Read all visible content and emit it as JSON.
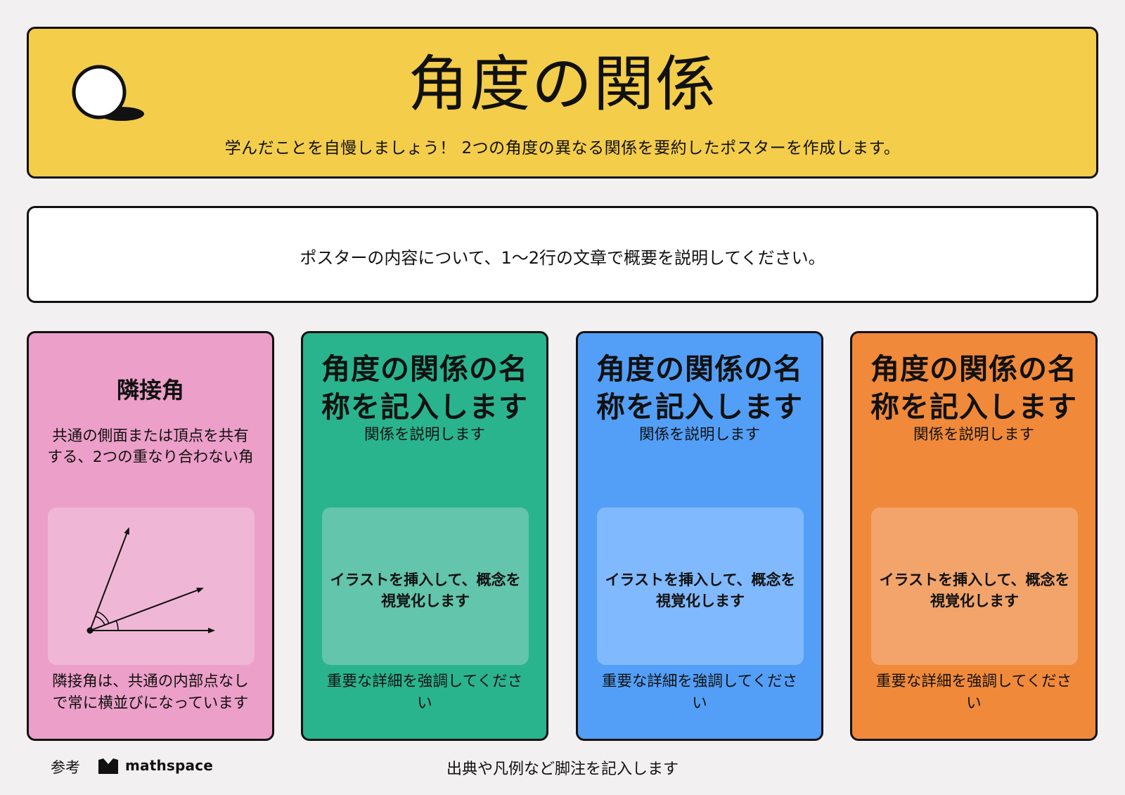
{
  "header": {
    "title": "角度の関係",
    "subtitle": "学んだことを自慢しましょう！ 2つの角度の異なる関係を要約したポスターを作成します。"
  },
  "summary": {
    "text": "ポスターの内容について、1〜2行の文章で概要を説明してください。"
  },
  "cards": [
    {
      "heading": "隣接角",
      "description": "共通の側面または頂点を共有する、2つの重なり合わない角",
      "note": "隣接角は、共通の内部点なしで常に横並びになっています",
      "color": "#ec9fc8"
    },
    {
      "heading": "角度の関係の名称を記入します",
      "description": "関係を説明します",
      "illustration_placeholder": "イラストを挿入して、概念を視覚化します",
      "note": "重要な詳細を強調してください",
      "color": "#29b48e"
    },
    {
      "heading": "角度の関係の名称を記入します",
      "description": "関係を説明します",
      "illustration_placeholder": "イラストを挿入して、概念を視覚化します",
      "note": "重要な詳細を強調してください",
      "color": "#539ff7"
    },
    {
      "heading": "角度の関係の名称を記入します",
      "description": "関係を説明します",
      "illustration_placeholder": "イラストを挿入して、概念を視覚化します",
      "note": "重要な詳細を強調してください",
      "color": "#f0893a"
    }
  ],
  "footer": {
    "reference_label": "参考",
    "brand_name": "mathspace",
    "note": "出典や凡例など脚注を記入します"
  },
  "colors": {
    "header_bg": "#f4cd4a",
    "page_bg": "#f2f0f1",
    "border": "#111111"
  },
  "icons": {
    "header_logo": "ball-with-shadow-icon",
    "brand_mark": "mathspace-logo-icon"
  }
}
